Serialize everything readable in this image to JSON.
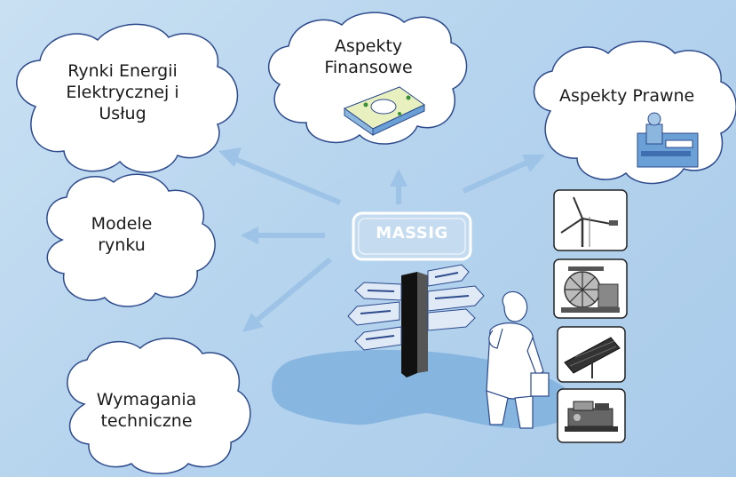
{
  "clouds": {
    "rynki": {
      "line1": "Rynki Energii",
      "line2": "Elektrycznej i",
      "line3": "Usług"
    },
    "finanse": {
      "line1": "Aspekty",
      "line2": "Finansowe"
    },
    "prawne": {
      "line1": "Aspekty Prawne"
    },
    "modele": {
      "line1": "Modele",
      "line2": "rynku"
    },
    "wymagania": {
      "line1": "Wymagania",
      "line2": "techniczne"
    }
  },
  "center": {
    "label": "MASSIG"
  },
  "technologies": [
    "wind-turbine",
    "water-wheel",
    "solar-panel",
    "engine-generator"
  ],
  "colors": {
    "background": "#b6d4ee",
    "arrow": "#9dc3e6",
    "cloud_fill": "#ffffff",
    "cloud_stroke": "#2c4a8c",
    "massig_fill": "#c5dcf0",
    "ground": "#7fb1de"
  }
}
